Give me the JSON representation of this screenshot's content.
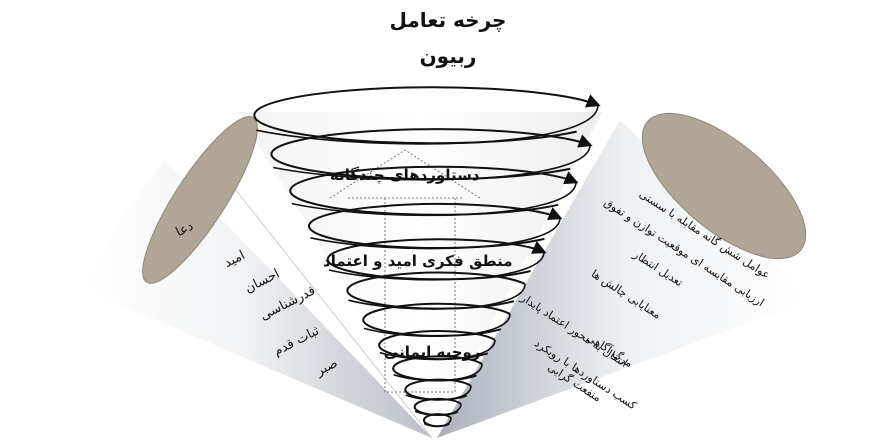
{
  "title": "چرخه تعامل",
  "subtitle": "ربیون",
  "inner_labels": {
    "top": "دستاوردهای چندگانه",
    "middle": "منطق فکری امید و اعتماد",
    "bottom": "روحیه ایمانی"
  },
  "left_cone_items": [
    "دعا",
    "امید",
    "احسان",
    "قدرشناسی",
    "ثبات قدم",
    "صبر"
  ],
  "right_cone_items": [
    "عوامل شش گانه مقابله با سستی",
    "ارزیابی مقایسه ای موقعیت توازن و تفوق",
    "تعدیل انتظار",
    "معنایابی چالش ها",
    "انتقال به محور اعتماد پایدار",
    "مرگ آگاهی",
    "کسب دستاوردها با رویکرد",
    "منفعت گرایی"
  ],
  "colors": {
    "cone_top_fill": "#b1a597",
    "cone_shade": "#9aa1ab",
    "ink": "#111111"
  }
}
